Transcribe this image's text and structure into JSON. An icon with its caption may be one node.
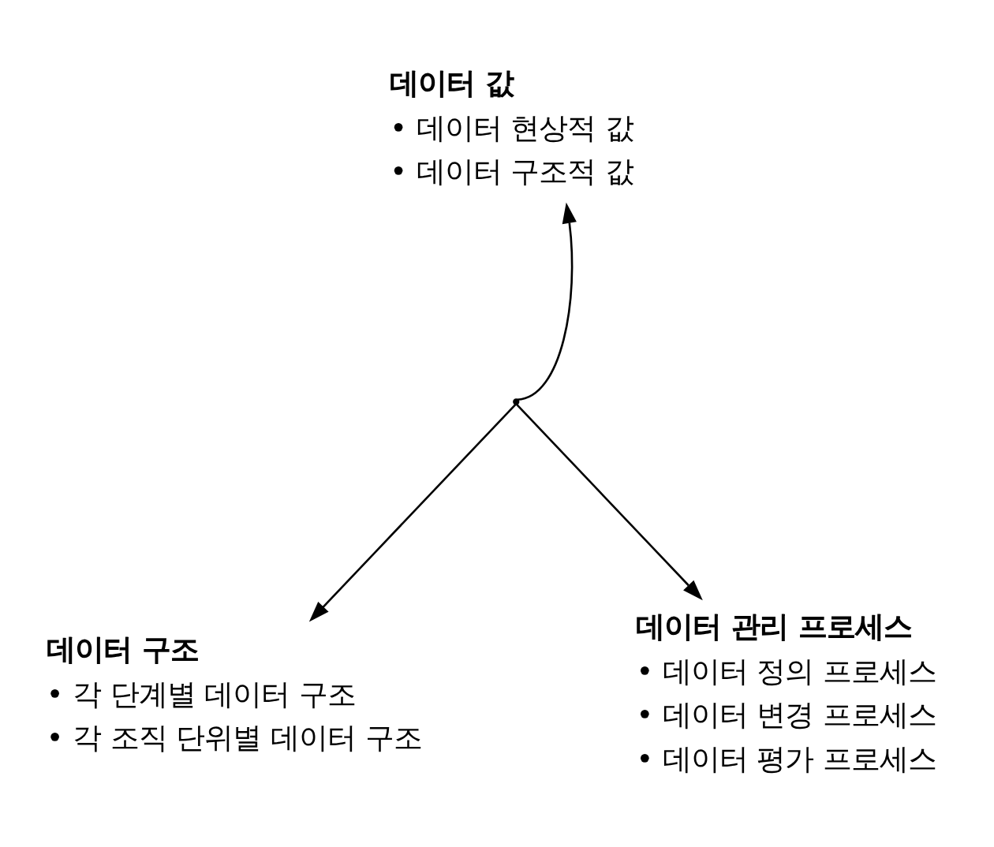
{
  "diagram": {
    "nodes": [
      {
        "text": [
          "데이터 값",
          "• 데이터 현상적 값",
          "• 데이터 구조적 값"
        ]
      },
      {
        "text": [],
        "shape": "point"
      },
      {
        "text": [
          "데이터 구조",
          "• 각 단계별 데이터 구조",
          "• 각 조직 단위별 데이터 구조"
        ]
      },
      {
        "text": [
          "데이터 관리 프로세스",
          "• 데이터 정의 프로세스",
          "• 데이터 변경 프로세스",
          "• 데이터 평가 프로세스"
        ]
      }
    ],
    "edges": [
      {
        "from": 1,
        "to": 0,
        "arrow": "to"
      },
      {
        "from": 1,
        "to": 2,
        "arrow": "to"
      },
      {
        "from": 1,
        "to": 3,
        "arrow": "to"
      }
    ]
  }
}
